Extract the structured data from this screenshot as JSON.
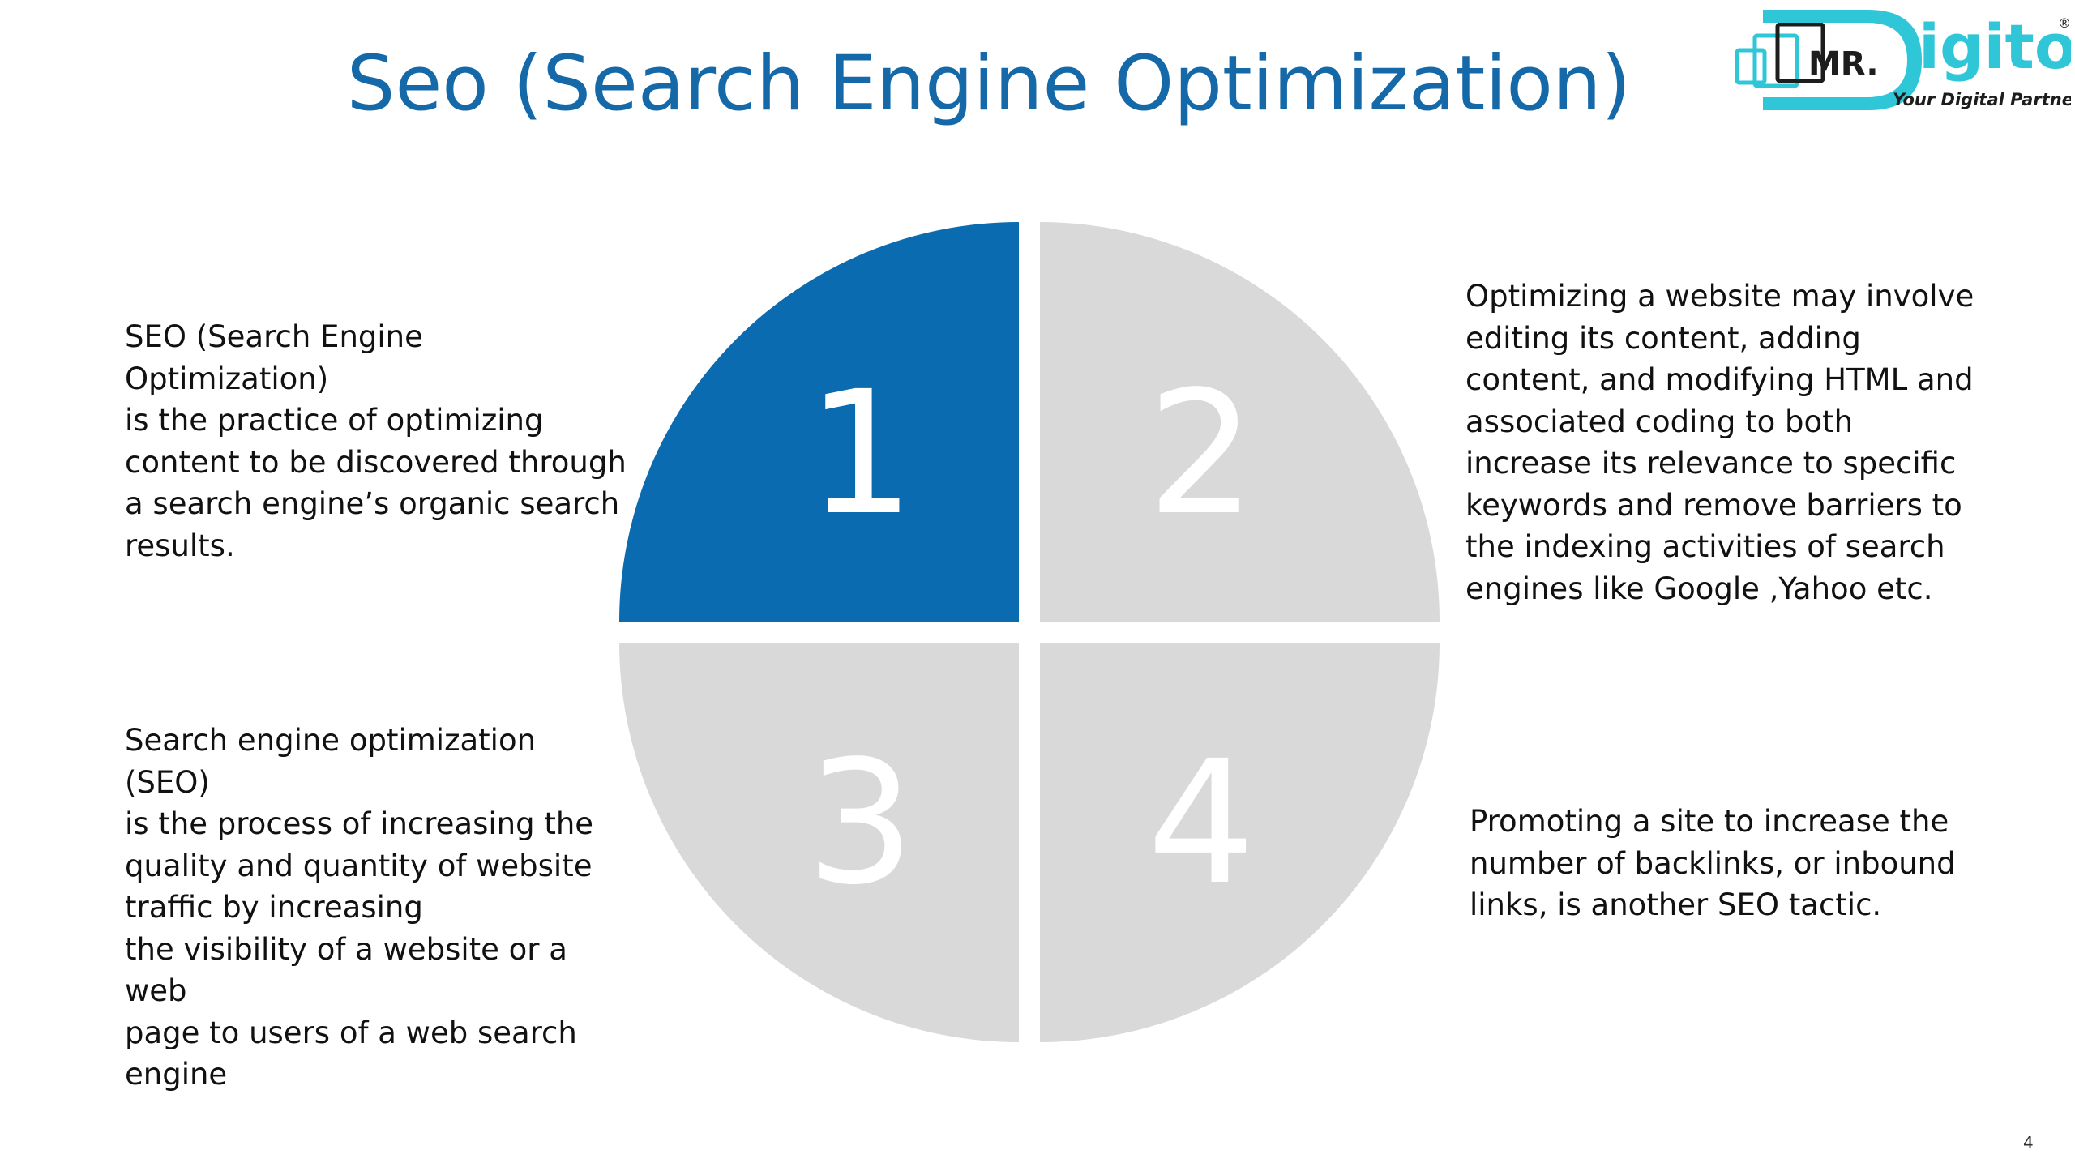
{
  "slide": {
    "title": "Seo (Search Engine Optimization)",
    "page_number": "4"
  },
  "logo": {
    "name": "MR.Digito",
    "mark": "MR.",
    "word": "igito",
    "tagline": "Your Digital Partner",
    "registered": "®"
  },
  "quadrants": [
    {
      "number": "1",
      "highlighted": true
    },
    {
      "number": "2",
      "highlighted": false
    },
    {
      "number": "3",
      "highlighted": false
    },
    {
      "number": "4",
      "highlighted": false
    }
  ],
  "descriptions": {
    "q1": "SEO (Search Engine Optimization)\nis the practice of optimizing\ncontent to be discovered through\na search engine’s organic search\nresults.",
    "q2": "Optimizing a website may involve\nediting its content, adding\ncontent, and modifying HTML and\nassociated coding to both\nincrease its relevance to specific\nkeywords and remove barriers to\nthe indexing activities of search\nengines like Google ,Yahoo etc.",
    "q3": "Search engine optimization (SEO)\nis the process of increasing the\nquality and quantity of website\ntraffic by increasing\nthe visibility of a website or a web\npage to users of a web search\nengine",
    "q4": "Promoting a site to increase the\nnumber of backlinks, or inbound\nlinks, is another SEO tactic."
  },
  "colors": {
    "title": "#1669a8",
    "highlight": "#0a6bb0",
    "quadrant": "#d9d9d9",
    "number": "#ffffff",
    "logo_cyan": "#2fc6d8",
    "logo_dark": "#1d1d1d"
  }
}
